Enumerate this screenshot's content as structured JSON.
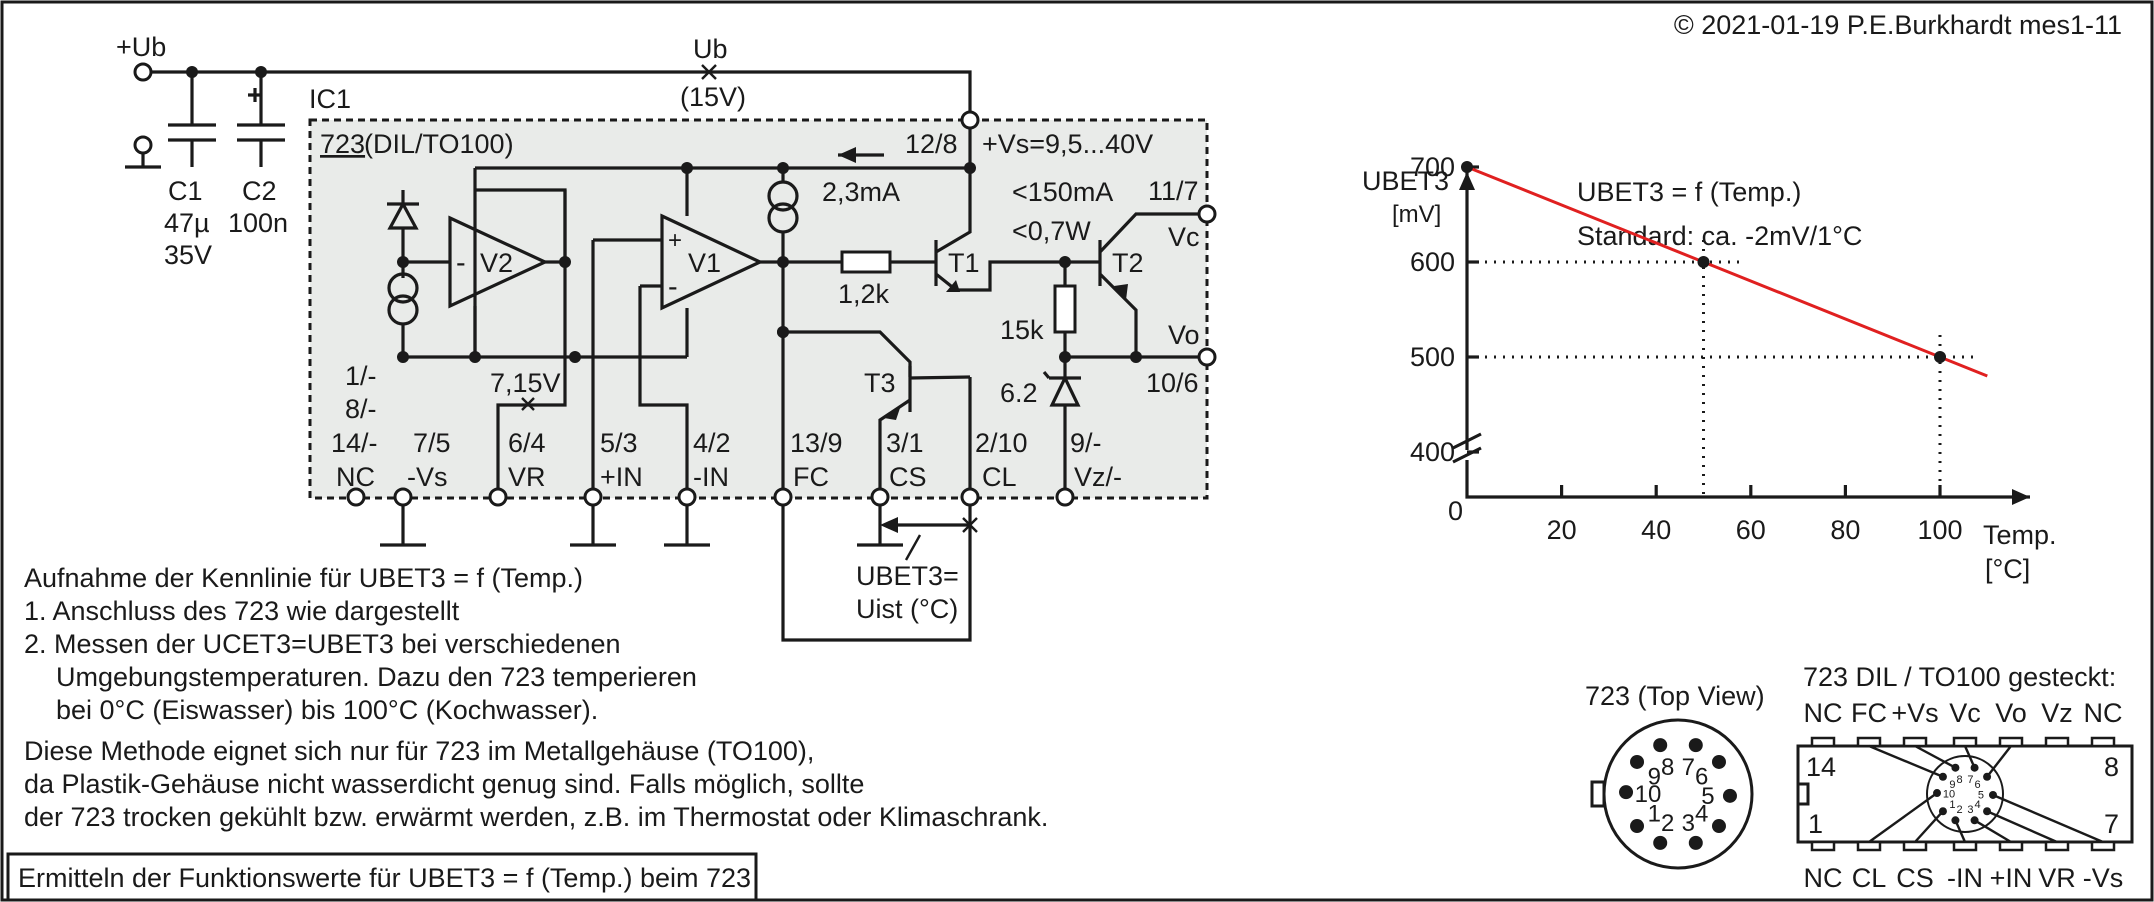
{
  "copyright": "© 2021-01-19 P.E.Burkhardt mes1-11",
  "schematic": {
    "ub_plus": "+Ub",
    "ub": "Ub",
    "ub_value": "(15V)",
    "ic_label": "IC1",
    "ic_type": "723",
    "ic_package": "(DIL/TO100)",
    "c1": [
      "C1",
      "47µ",
      "35V"
    ],
    "c2": [
      "C2",
      "100n"
    ],
    "pin_vs_plus": "12/8",
    "vs_range": "+Vs=9,5...40V",
    "current_src": "2,3mA",
    "imax": "<150mA",
    "pmax": "<0,7W",
    "pin_vc": "11/7",
    "vc": "Vc",
    "vo": "Vo",
    "pin_vo": "10/6",
    "v1": "V1",
    "v2": "V2",
    "plus": "+",
    "minus": "-",
    "t1": "T1",
    "t2": "T2",
    "t3": "T3",
    "r1": "1,2k",
    "r2": "15k",
    "zener": "6.2",
    "vref": "7,15V",
    "pins_nc": [
      "1/-",
      "8/-",
      "14/-",
      "NC"
    ],
    "pin_vsm": [
      "7/5",
      "-Vs"
    ],
    "pin_vr": [
      "6/4",
      "VR"
    ],
    "pin_inp": [
      "5/3",
      "+IN"
    ],
    "pin_inm": [
      "4/2",
      "-IN"
    ],
    "pin_fc": [
      "13/9",
      "FC"
    ],
    "pin_cs": [
      "3/1",
      "CS"
    ],
    "pin_cl": [
      "2/10",
      "CL"
    ],
    "pin_vz": [
      "9/-",
      "Vz/-"
    ],
    "meter": [
      "UBET3=",
      "Uist (°C)"
    ]
  },
  "description": {
    "title": "Aufnahme der Kennlinie für UBET3 = f (Temp.)",
    "lines": [
      "1. Anschluss des 723 wie dargestellt",
      "2. Messen der UCET3=UBET3 bei verschiedenen",
      "Umgebungstemperaturen. Dazu den 723 temperieren",
      "bei 0°C (Eiswasser) bis 100°C (Kochwasser).",
      "Diese Methode eignet sich nur für 723 im Metallgehäuse (TO100),",
      "da Plastik-Gehäuse nicht wasserdicht genug sind. Falls möglich, sollte",
      "der 723 trocken gekühlt bzw. erwärmt werden, z.B. im Thermostat oder Klimaschrank."
    ],
    "footer": "Ermitteln der Funktionswerte für UBET3 = f (Temp.) beim 723"
  },
  "chart_data": {
    "type": "line",
    "title": "UBET3 = f (Temp.)",
    "subtitle": "Standard: ca. -2mV/1°C",
    "ylabel": "UBET3",
    "yunit": "[mV]",
    "xlabel": "Temp.",
    "xunit": "[°C]",
    "origin_label": "0",
    "x_ticks": [
      "20",
      "40",
      "60",
      "80",
      "100"
    ],
    "y_ticks": [
      "400",
      "500",
      "600",
      "700"
    ],
    "xlim": [
      0,
      120
    ],
    "ylim": [
      400,
      700
    ],
    "y_axis_break": true,
    "series": [
      {
        "x": [
          0,
          50,
          100,
          110
        ],
        "y": [
          700,
          600,
          500,
          480
        ],
        "color": "#e02020"
      }
    ],
    "markers": [
      {
        "x": 0,
        "y": 700
      },
      {
        "x": 50,
        "y": 600
      },
      {
        "x": 100,
        "y": 500
      }
    ]
  },
  "pinout": {
    "top_view_title": "723 (Top View)",
    "to100_pins": [
      "1",
      "2",
      "3",
      "4",
      "5",
      "6",
      "7",
      "8",
      "9",
      "10"
    ],
    "dil_title": "723 DIL / TO100 gesteckt:",
    "dil_top_labels": [
      "NC",
      "FC",
      "+Vs",
      "Vc",
      "Vo",
      "Vz",
      "NC"
    ],
    "dil_bottom_labels": [
      "NC",
      "CL",
      "CS",
      "-IN",
      "+IN",
      "VR",
      "-Vs"
    ],
    "dil_corner_numbers": [
      "14",
      "8",
      "1",
      "7"
    ]
  },
  "colors": {
    "box_fill": "#e9ebe9",
    "curve": "#e02020"
  }
}
